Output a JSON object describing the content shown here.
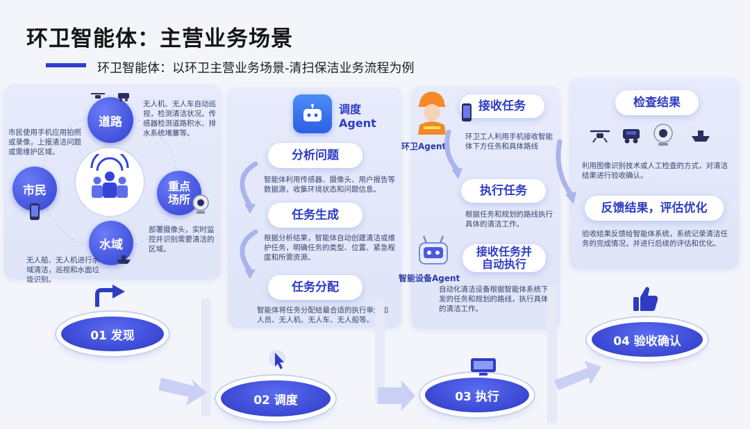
{
  "title": "环卫智能体：主营业务场景",
  "subtitle": "环卫智能体：以环卫主营业务场景-清扫保洁业务流程为例",
  "discover": {
    "road": "道路",
    "water": "水域",
    "citizen": "市民",
    "key_place": "重点\n场所",
    "road_desc": "无人机、无人车自动巡视，检测清洁状况。传感器检测道路积水、排水系统堵塞等。",
    "citizen_desc": "市民使用手机应用拍照或录像，上报清洁问题或需维护区域。",
    "key_desc": "部署摄像头，实时监控并识别需要清洁的区域。",
    "water_desc": "无人船、无人机进行水域清洁，巡视和水面垃圾识别。"
  },
  "dispatch": {
    "agent_label": "调度\nAgent",
    "analyze": "分析问题",
    "analyze_desc": "智能体利用传感器、摄像头、用户报告等数据源，收集环境状态和问题信息。",
    "generate": "任务生成",
    "generate_desc": "根据分析结果，智能体自动创建清洁或维护任务，明确任务的类型、位置、紧急程度和所需资源。",
    "assign": "任务分配",
    "assign_desc": "智能体将任务分配给最合适的执行单元如人员、无人机、无人车、无人船等。"
  },
  "execute": {
    "worker_label": "环卫Agent",
    "receive": "接收任务",
    "receive_desc": "环卫工人利用手机接收智能体下方任务和具体路线",
    "run": "执行任务",
    "run_desc": "根据任务和规划的路线执行具体的清洁工作。",
    "device_label": "智能设备Agent",
    "auto": "接收任务并\n自动执行",
    "auto_desc": "自动化清洁设备根据智能体系统下发的任务和规划的路线，执行具体的清洁工作。"
  },
  "check": {
    "check_result": "检查结果",
    "check_desc": "利用图像识别技术或人工检查的方式，对清洁结果进行验收确认。",
    "feedback": "反馈结果，评估优化",
    "feedback_desc": "验收结果反馈给智能体系统，系统记录清洁任务的完成情况，并进行后续的评估和优化。"
  },
  "stages": [
    "01 发现",
    "02 调度",
    "03 执行",
    "04 验收确认"
  ],
  "colors": {
    "primary": "#3444d8",
    "title": "#141414",
    "panel": "#e3e8f9"
  }
}
